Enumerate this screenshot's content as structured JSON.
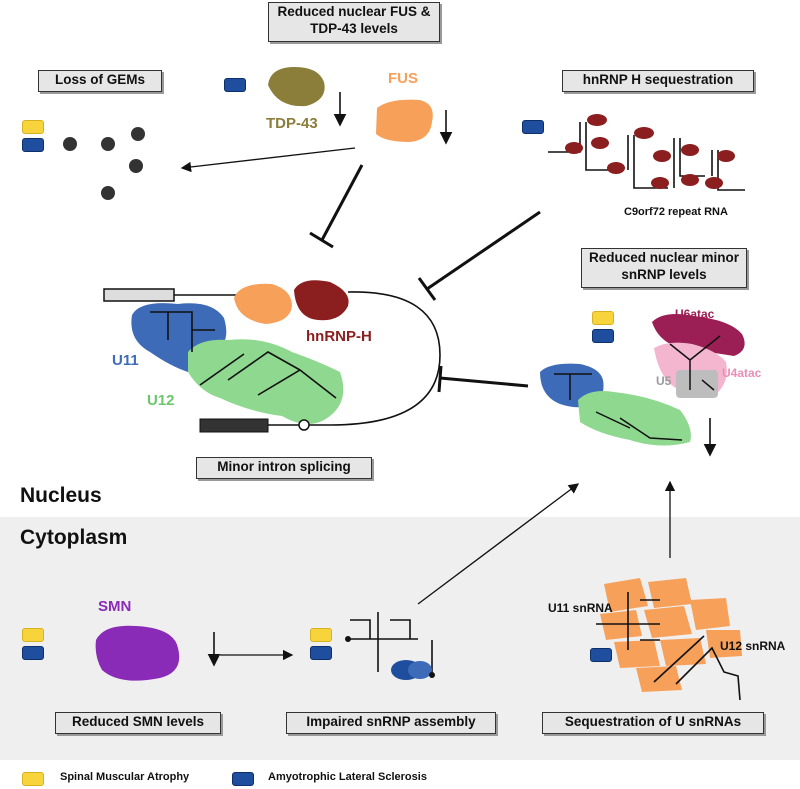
{
  "boxes": {
    "reduced_nuclear": "Reduced nuclear FUS & TDP-43 levels",
    "loss_gems": "Loss of GEMs",
    "hnrnp_seq": "hnRNP H sequestration",
    "minor_snrnp": "Reduced nuclear minor snRNP levels",
    "minor_splicing": "Minor intron splicing",
    "reduced_smn": "Reduced SMN levels",
    "impaired_assembly": "Impaired snRNP assembly",
    "seq_usnrna": "Sequestration of U snRNAs"
  },
  "labels": {
    "tdp43": "TDP-43",
    "fus": "FUS",
    "c9orf72": "C9orf72 repeat RNA",
    "hnrnp_h": "hnRNP-H",
    "u11": "U11",
    "u12": "U12",
    "u6atac": "U6atac",
    "u4atac": "U4atac",
    "u5": "U5",
    "smn": "SMN",
    "u11_snrna": "U11 snRNA",
    "u12_snrna": "U12 snRNA",
    "nucleus": "Nucleus",
    "cytoplasm": "Cytoplasm"
  },
  "legend": {
    "sma": "Spinal Muscular Atrophy",
    "als": "Amyotrophic Lateral Sclerosis"
  },
  "colors": {
    "sma": "#f7d33c",
    "als": "#1f4e9e",
    "tdp43": "#8b7d3a",
    "fus": "#f7a05a",
    "hnrnp": "#8b1e1e",
    "u11": "#3d6bb8",
    "u12": "#8fd88f",
    "smn": "#8a2bb8"
  }
}
